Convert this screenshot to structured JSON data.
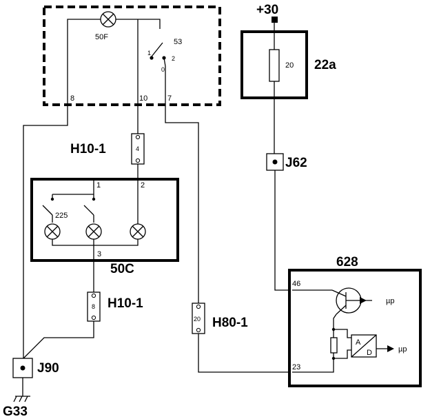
{
  "labels": {
    "supply": "+30",
    "fuse_ref": "22a",
    "fuse_value": "20",
    "lamp_top": "50F",
    "switch_top": "53",
    "switch_pin_1": "1",
    "switch_pin_2": "2",
    "switch_pin_0": "0",
    "top_pin_8": "8",
    "top_pin_10": "10",
    "top_pin_7": "7",
    "connector_h10_upper": "H10-1",
    "connector_h10_upper_pin": "4",
    "panel_pin_1": "1",
    "panel_pin_2": "2",
    "panel_pin_3": "3",
    "panel_switch": "225",
    "panel_ref": "50C",
    "connector_h10_lower": "H10-1",
    "connector_h10_lower_pin": "8",
    "connector_h80": "H80-1",
    "connector_h80_pin": "20",
    "junction_j62": "J62",
    "junction_j90": "J90",
    "ground": "G33",
    "module_ref": "628",
    "module_pin_46": "46",
    "module_pin_23": "23",
    "ad_a": "A",
    "ad_d": "D",
    "mu_p_in": "µp",
    "mu_p_out": "µp"
  }
}
